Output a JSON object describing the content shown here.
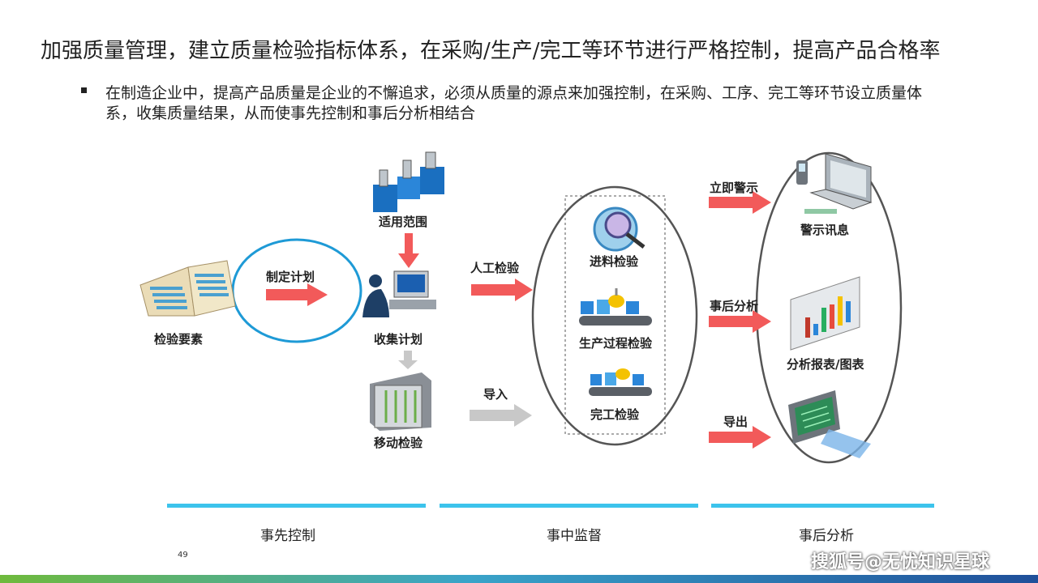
{
  "title": "加强质量管理，建立质量检验指标体系，在采购/生产/完工等环节进行严格控制，提高产品合格率",
  "bullet": "在制造企业中，提高产品质量是企业的不懈追求，必须从质量的源点来加强控制，在采购、工序、完工等环节设立质量体系，收集质量结果，从而使事先控制和事后分析相结合",
  "nodes": {
    "inspection_elements": "检验要素",
    "make_plan": "制定计划",
    "scope": "适用范围",
    "collect_plan": "收集计划",
    "mobile_inspection": "移动检验",
    "manual_inspection": "人工检验",
    "import": "导入",
    "incoming_inspection": "进料检验",
    "process_inspection": "生产过程检验",
    "completion_inspection": "完工检验",
    "immediate_alert": "立即警示",
    "alert_message": "警示讯息",
    "post_analysis": "事后分析",
    "analysis_report": "分析报表/图表",
    "export": "导出"
  },
  "phases": [
    "事先控制",
    "事中监督",
    "事后分析"
  ],
  "page_number": "49",
  "watermark": "搜狐号@无忧知识星球",
  "colors": {
    "arrow_red": "#f25a5a",
    "circle_blue": "#1e9ad6",
    "phase_line": "#3cc3ec",
    "arrow_gray": "#c8c8c8"
  }
}
